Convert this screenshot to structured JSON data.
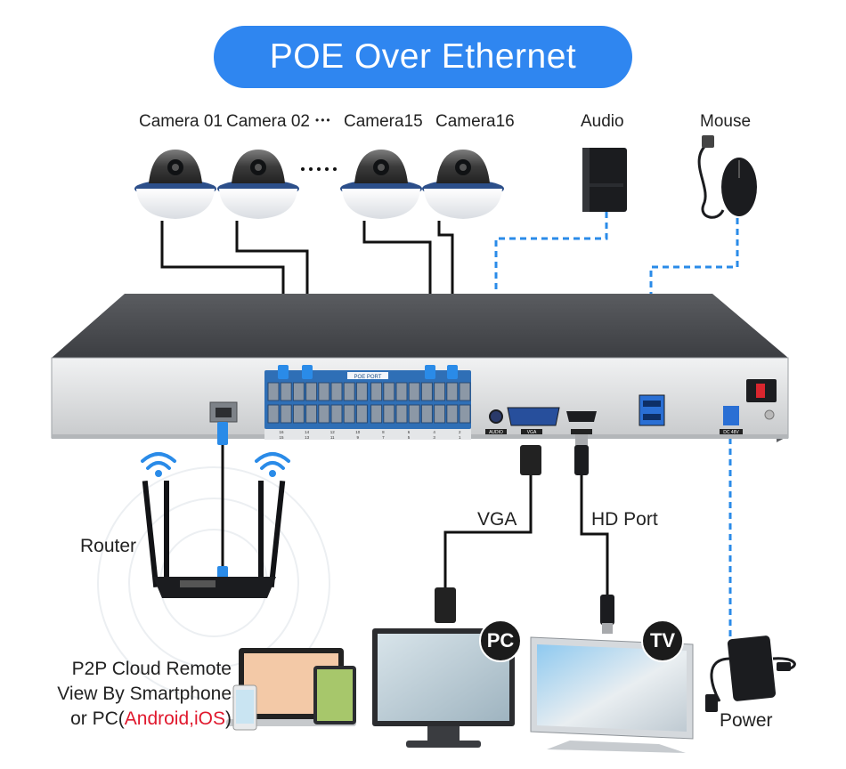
{
  "title": "POE Over Ethernet",
  "cameras": [
    "Camera 01",
    "Camera 02",
    "Camera15",
    "Camera16"
  ],
  "camera_ellipsis": "•••",
  "audio_label": "Audio",
  "mouse_label": "Mouse",
  "router_label": "Router",
  "vga_label": "VGA",
  "hd_label": "HD Port",
  "power_label": "Power",
  "pc_badge": "PC",
  "tv_badge": "TV",
  "p2p": {
    "line1": "P2P Cloud Remote",
    "line2": "View By Smartphone",
    "line3_prefix": "or PC(",
    "line3_red": "Android,iOS",
    "line3_suffix": ")"
  },
  "nvr": {
    "poe_port_label": "POE PORT",
    "port_numbers_top": [
      "16",
      "14",
      "12",
      "10",
      "8",
      "6",
      "4",
      "2"
    ],
    "port_numbers_bottom": [
      "15",
      "13",
      "11",
      "9",
      "7",
      "5",
      "3",
      "1"
    ],
    "audio_port": "AUDIO",
    "vga_port": "VGA",
    "power_port": "DC 48V"
  },
  "colors": {
    "accent": "#2f86f0",
    "cable_blue": "#2a8be8",
    "highlight_red": "#e0182d"
  }
}
